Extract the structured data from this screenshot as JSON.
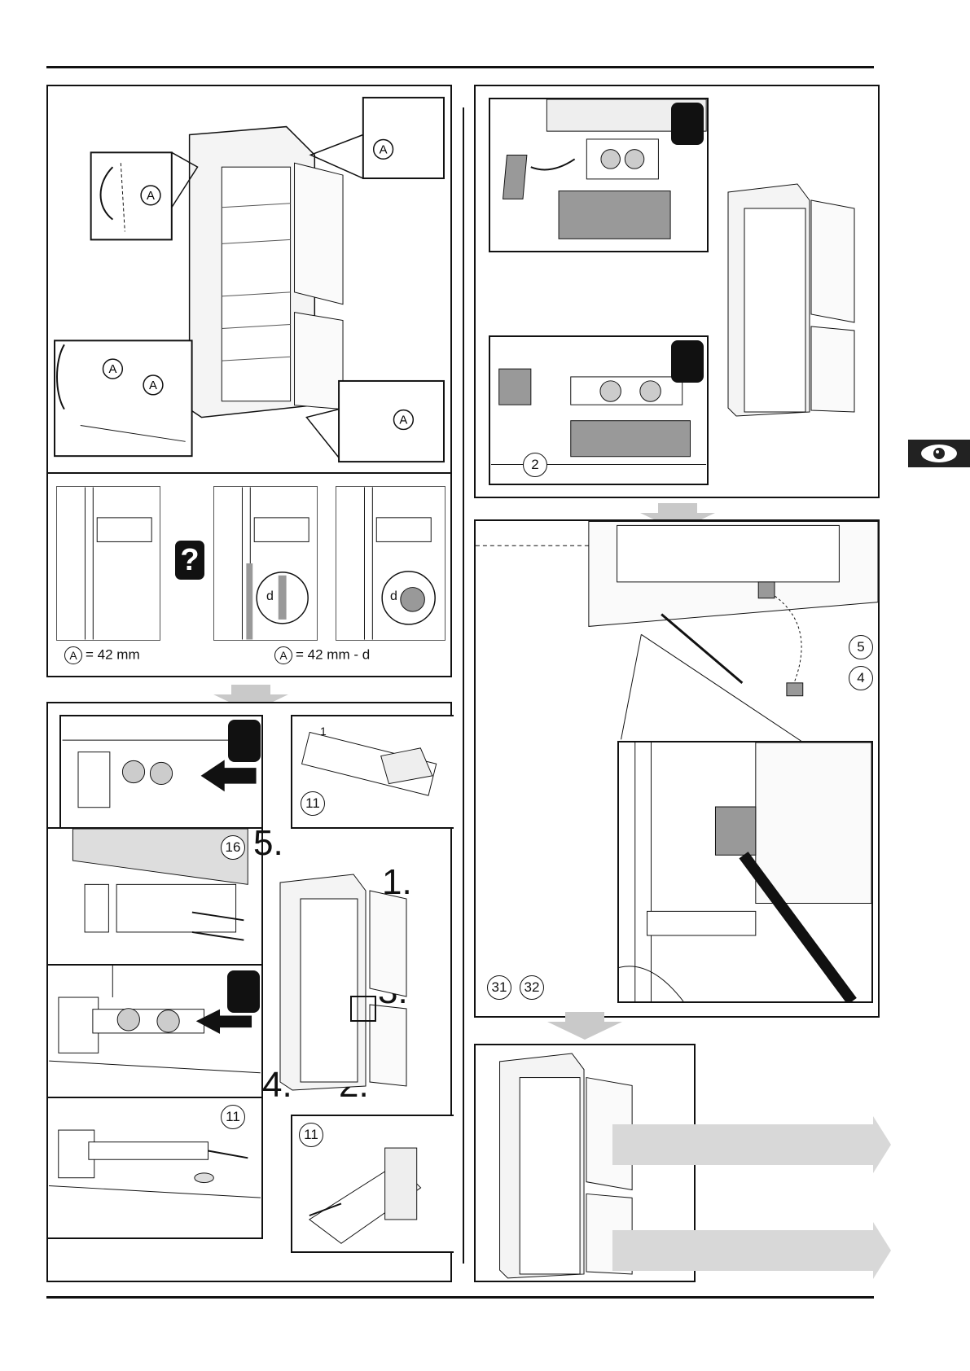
{
  "page": {
    "accent_gray": "#c9c9c9",
    "side_tab_icon": "eye-icon"
  },
  "section_a": {
    "callout_labels": [
      "A",
      "A",
      "A",
      "A",
      "A"
    ]
  },
  "section_b": {
    "question_icon": "?",
    "d_label_1": "d",
    "d_label_2": "d",
    "caption_left_letter": "A",
    "caption_left": "= 42 mm",
    "caption_right_letter": "A",
    "caption_right": "= 42 mm - d"
  },
  "section_c": {
    "ref_11_a": "11",
    "ref_16": "16",
    "ref_11_b": "11",
    "ref_11_c": "11",
    "step_1": "1.",
    "step_2": "2.",
    "step_3": "3.",
    "step_4": "4.",
    "step_5": "5.",
    "small_step": "1"
  },
  "section_d": {
    "ref_2": "2"
  },
  "section_e": {
    "ref_5": "5",
    "ref_4": "4",
    "ref_31": "31",
    "ref_32": "32"
  }
}
